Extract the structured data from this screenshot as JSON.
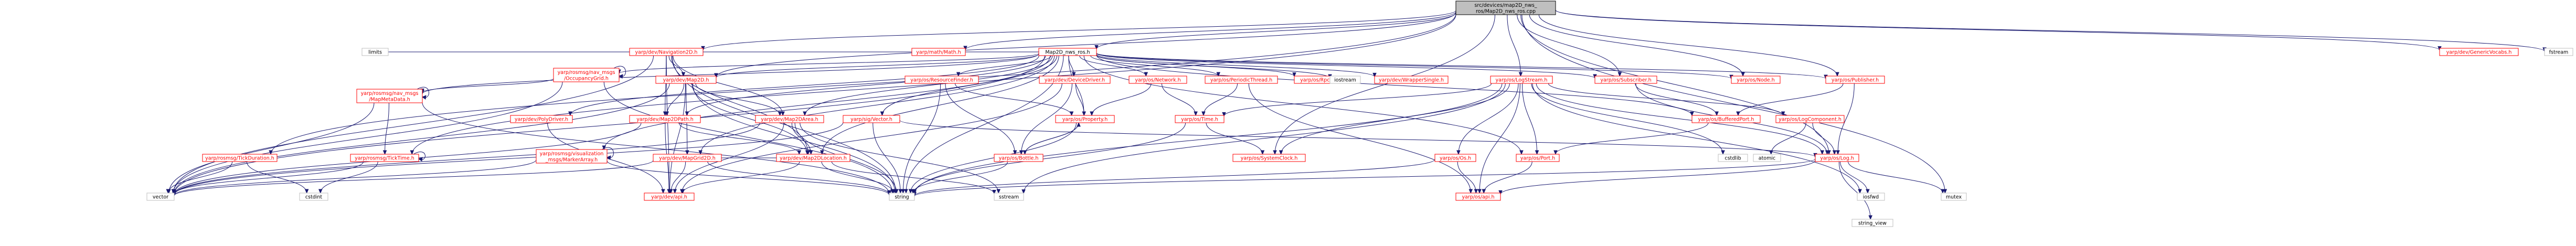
{
  "colors": {
    "root_fill": "#bfbfbf",
    "node_fill": "#ffffff",
    "node_border": "#ff0000",
    "leaf_border": "#bfbfbf",
    "root_border": "#000000",
    "text_linked": "#ff0000",
    "text_plain": "#000000",
    "edge": "#191970"
  },
  "nodes": {
    "root": {
      "lines": [
        "src/devices/map2D_nws_",
        "ros/Map2D_nws_ros.cpp"
      ],
      "kind": "root"
    },
    "map2d_nws_ros_h": {
      "lines": [
        "Map2D_nws_ros.h"
      ],
      "kind": "plain"
    },
    "yarpmath": {
      "lines": [
        "yarp/math/Math.h"
      ],
      "kind": "linked"
    },
    "navigation2d": {
      "lines": [
        "yarp/dev/Navigation2D.h"
      ],
      "kind": "linked"
    },
    "rosmsg_occ": {
      "lines": [
        "yarp/rosmsg/nav_msgs",
        "/OccupancyGrid.h"
      ],
      "kind": "linked"
    },
    "map2d": {
      "lines": [
        "yarp/dev/Map2D.h"
      ],
      "kind": "linked"
    },
    "rosmsg_meta": {
      "lines": [
        "yarp/rosmsg/nav_msgs",
        "/MapMetaData.h"
      ],
      "kind": "linked"
    },
    "map2dpath": {
      "lines": [
        "yarp/dev/Map2DPath.h"
      ],
      "kind": "linked"
    },
    "map2darea": {
      "lines": [
        "yarp/dev/Map2DArea.h"
      ],
      "kind": "linked"
    },
    "polydriver": {
      "lines": [
        "yarp/dev/PolyDriver.h"
      ],
      "kind": "linked"
    },
    "rosmsg_ticktime": {
      "lines": [
        "yarp/rosmsg/TickTime.h"
      ],
      "kind": "linked"
    },
    "rosmsg_tickdur": {
      "lines": [
        "yarp/rosmsg/TickDuration.h"
      ],
      "kind": "linked"
    },
    "rosmsg_marker": {
      "lines": [
        "yarp/rosmsg/visualization",
        "_msgs/MarkerArray.h"
      ],
      "kind": "linked"
    },
    "mapgrid2d": {
      "lines": [
        "yarp/dev/MapGrid2D.h"
      ],
      "kind": "linked"
    },
    "map2dlocation": {
      "lines": [
        "yarp/dev/Map2DLocation.h"
      ],
      "kind": "linked"
    },
    "devapi": {
      "lines": [
        "yarp/dev/api.h"
      ],
      "kind": "linked"
    },
    "resfinder": {
      "lines": [
        "yarp/os/ResourceFinder.h"
      ],
      "kind": "linked"
    },
    "sigvector": {
      "lines": [
        "yarp/sig/Vector.h"
      ],
      "kind": "linked"
    },
    "devicedriver": {
      "lines": [
        "yarp/dev/DeviceDriver.h"
      ],
      "kind": "linked"
    },
    "network": {
      "lines": [
        "yarp/os/Network.h"
      ],
      "kind": "linked"
    },
    "periodicthread": {
      "lines": [
        "yarp/os/PeriodicThread.h"
      ],
      "kind": "linked"
    },
    "rpcserver": {
      "lines": [
        "yarp/os/RpcServer.h"
      ],
      "kind": "linked"
    },
    "wrappersingle": {
      "lines": [
        "yarp/dev/WrapperSingle.h"
      ],
      "kind": "linked"
    },
    "logstream": {
      "lines": [
        "yarp/os/LogStream.h"
      ],
      "kind": "linked"
    },
    "subscriber": {
      "lines": [
        "yarp/os/Subscriber.h"
      ],
      "kind": "linked"
    },
    "osnode": {
      "lines": [
        "yarp/os/Node.h"
      ],
      "kind": "linked"
    },
    "publisher": {
      "lines": [
        "yarp/os/Publisher.h"
      ],
      "kind": "linked"
    },
    "genericvocabs": {
      "lines": [
        "yarp/dev/GenericVocabs.h"
      ],
      "kind": "linked"
    },
    "property": {
      "lines": [
        "yarp/os/Property.h"
      ],
      "kind": "linked"
    },
    "bottle": {
      "lines": [
        "yarp/os/Bottle.h"
      ],
      "kind": "linked"
    },
    "ostime": {
      "lines": [
        "yarp/os/Time.h"
      ],
      "kind": "linked"
    },
    "systemclock": {
      "lines": [
        "yarp/os/SystemClock.h"
      ],
      "kind": "linked"
    },
    "osos": {
      "lines": [
        "yarp/os/Os.h"
      ],
      "kind": "linked"
    },
    "osport": {
      "lines": [
        "yarp/os/Port.h"
      ],
      "kind": "linked"
    },
    "bufferedport": {
      "lines": [
        "yarp/os/BufferedPort.h"
      ],
      "kind": "linked"
    },
    "logcomponent": {
      "lines": [
        "yarp/os/LogComponent.h"
      ],
      "kind": "linked"
    },
    "oslog": {
      "lines": [
        "yarp/os/Log.h"
      ],
      "kind": "linked"
    },
    "osapi": {
      "lines": [
        "yarp/os/api.h"
      ],
      "kind": "linked"
    },
    "vector": {
      "lines": [
        "vector"
      ],
      "kind": "leaf"
    },
    "cstdint": {
      "lines": [
        "cstdint"
      ],
      "kind": "leaf"
    },
    "string": {
      "lines": [
        "string"
      ],
      "kind": "leaf"
    },
    "sstream": {
      "lines": [
        "sstream"
      ],
      "kind": "leaf"
    },
    "iostream": {
      "lines": [
        "iostream"
      ],
      "kind": "leaf"
    },
    "cstdlib": {
      "lines": [
        "cstdlib"
      ],
      "kind": "leaf"
    },
    "atomic": {
      "lines": [
        "atomic"
      ],
      "kind": "leaf"
    },
    "iosfwd": {
      "lines": [
        "iosfwd"
      ],
      "kind": "leaf"
    },
    "string_view": {
      "lines": [
        "string_view"
      ],
      "kind": "leaf"
    },
    "mutex": {
      "lines": [
        "mutex"
      ],
      "kind": "leaf"
    },
    "fstream": {
      "lines": [
        "fstream"
      ],
      "kind": "leaf"
    },
    "limits": {
      "lines": [
        "limits"
      ],
      "kind": "leaf"
    }
  },
  "edges": [
    [
      "root",
      "map2d_nws_ros_h"
    ],
    [
      "root",
      "yarpmath"
    ],
    [
      "root",
      "navigation2d"
    ],
    [
      "root",
      "map2d"
    ],
    [
      "root",
      "logstream"
    ],
    [
      "root",
      "genericvocabs"
    ],
    [
      "root",
      "fstream"
    ],
    [
      "root",
      "mutex"
    ],
    [
      "root",
      "oslog"
    ],
    [
      "root",
      "publisher"
    ],
    [
      "root",
      "subscriber"
    ],
    [
      "root",
      "osnode"
    ],
    [
      "root",
      "rosmsg_ticktime"
    ],
    [
      "root",
      "rosmsg_tickdur"
    ],
    [
      "root",
      "systemclock"
    ],
    [
      "map2d_nws_ros_h",
      "navigation2d"
    ],
    [
      "map2d_nws_ros_h",
      "map2d"
    ],
    [
      "map2d_nws_ros_h",
      "rosmsg_occ"
    ],
    [
      "map2d_nws_ros_h",
      "rosmsg_meta"
    ],
    [
      "map2d_nws_ros_h",
      "map2dpath"
    ],
    [
      "map2d_nws_ros_h",
      "map2darea"
    ],
    [
      "map2d_nws_ros_h",
      "polydriver"
    ],
    [
      "map2d_nws_ros_h",
      "rosmsg_marker"
    ],
    [
      "map2d_nws_ros_h",
      "mapgrid2d"
    ],
    [
      "map2d_nws_ros_h",
      "map2dlocation"
    ],
    [
      "map2d_nws_ros_h",
      "resfinder"
    ],
    [
      "map2d_nws_ros_h",
      "sigvector"
    ],
    [
      "map2d_nws_ros_h",
      "devicedriver"
    ],
    [
      "map2d_nws_ros_h",
      "network"
    ],
    [
      "map2d_nws_ros_h",
      "periodicthread"
    ],
    [
      "map2d_nws_ros_h",
      "rpcserver"
    ],
    [
      "map2d_nws_ros_h",
      "wrappersingle"
    ],
    [
      "map2d_nws_ros_h",
      "iostream"
    ],
    [
      "map2d_nws_ros_h",
      "string"
    ],
    [
      "map2d_nws_ros_h",
      "vector"
    ],
    [
      "map2d_nws_ros_h",
      "property"
    ],
    [
      "map2d_nws_ros_h",
      "subscriber"
    ],
    [
      "map2d_nws_ros_h",
      "osnode"
    ],
    [
      "map2d_nws_ros_h",
      "publisher"
    ],
    [
      "map2d_nws_ros_h",
      "bufferedport"
    ],
    [
      "map2d_nws_ros_h",
      "osport"
    ],
    [
      "map2d_nws_ros_h",
      "limits"
    ],
    [
      "navigation2d",
      "limits"
    ],
    [
      "navigation2d",
      "map2d"
    ],
    [
      "navigation2d",
      "map2dlocation"
    ],
    [
      "navigation2d",
      "map2dpath"
    ],
    [
      "navigation2d",
      "map2darea"
    ],
    [
      "navigation2d",
      "devapi"
    ],
    [
      "navigation2d",
      "vector"
    ],
    [
      "navigation2d",
      "string"
    ],
    [
      "rosmsg_occ",
      "rosmsg_occ"
    ],
    [
      "rosmsg_occ",
      "rosmsg_meta"
    ],
    [
      "rosmsg_occ",
      "vector"
    ],
    [
      "rosmsg_occ",
      "string"
    ],
    [
      "map2d",
      "map2dlocation"
    ],
    [
      "map2d",
      "map2darea"
    ],
    [
      "map2d",
      "map2dpath"
    ],
    [
      "map2d",
      "mapgrid2d"
    ],
    [
      "map2d",
      "devapi"
    ],
    [
      "map2d",
      "vector"
    ],
    [
      "map2d",
      "string"
    ],
    [
      "rosmsg_meta",
      "rosmsg_meta"
    ],
    [
      "rosmsg_meta",
      "rosmsg_ticktime"
    ],
    [
      "rosmsg_meta",
      "vector"
    ],
    [
      "rosmsg_meta",
      "string"
    ],
    [
      "map2dpath",
      "map2dlocation"
    ],
    [
      "map2dpath",
      "devapi"
    ],
    [
      "map2dpath",
      "vector"
    ],
    [
      "map2darea",
      "map2dlocation"
    ],
    [
      "map2darea",
      "devapi"
    ],
    [
      "map2darea",
      "vector"
    ],
    [
      "map2darea",
      "string"
    ],
    [
      "map2darea",
      "sstream"
    ],
    [
      "polydriver",
      "devapi"
    ],
    [
      "rosmsg_ticktime",
      "rosmsg_ticktime"
    ],
    [
      "rosmsg_ticktime",
      "cstdint"
    ],
    [
      "rosmsg_ticktime",
      "vector"
    ],
    [
      "rosmsg_tickdur",
      "cstdint"
    ],
    [
      "rosmsg_tickdur",
      "vector"
    ],
    [
      "rosmsg_marker",
      "rosmsg_marker"
    ],
    [
      "rosmsg_marker",
      "vector"
    ],
    [
      "rosmsg_marker",
      "string"
    ],
    [
      "mapgrid2d",
      "map2dlocation"
    ],
    [
      "mapgrid2d",
      "devapi"
    ],
    [
      "mapgrid2d",
      "string"
    ],
    [
      "mapgrid2d",
      "vector"
    ],
    [
      "map2dlocation",
      "devapi"
    ],
    [
      "map2dlocation",
      "string"
    ],
    [
      "map2dlocation",
      "sstream"
    ],
    [
      "resfinder",
      "property"
    ],
    [
      "resfinder",
      "bottle"
    ],
    [
      "resfinder",
      "string"
    ],
    [
      "sigvector",
      "oslog"
    ],
    [
      "sigvector",
      "string"
    ],
    [
      "sigvector",
      "vector"
    ],
    [
      "devicedriver",
      "property"
    ],
    [
      "devicedriver",
      "bottle"
    ],
    [
      "devicedriver",
      "devapi"
    ],
    [
      "network",
      "property"
    ],
    [
      "network",
      "ostime"
    ],
    [
      "periodicthread",
      "ostime"
    ],
    [
      "periodicthread",
      "osapi"
    ],
    [
      "logstream",
      "oslog"
    ],
    [
      "logstream",
      "logcomponent"
    ],
    [
      "logstream",
      "osos"
    ],
    [
      "logstream",
      "ostime"
    ],
    [
      "logstream",
      "systemclock"
    ],
    [
      "logstream",
      "string"
    ],
    [
      "logstream",
      "sstream"
    ],
    [
      "logstream",
      "iosfwd"
    ],
    [
      "logstream",
      "osapi"
    ],
    [
      "logstream",
      "osport"
    ],
    [
      "logstream",
      "cstdlib"
    ],
    [
      "subscriber",
      "bufferedport"
    ],
    [
      "subscriber",
      "oslog"
    ],
    [
      "publisher",
      "bufferedport"
    ],
    [
      "publisher",
      "oslog"
    ],
    [
      "property",
      "bottle"
    ],
    [
      "property",
      "string"
    ],
    [
      "bottle",
      "property"
    ],
    [
      "bottle",
      "string"
    ],
    [
      "ostime",
      "systemclock"
    ],
    [
      "ostime",
      "string"
    ],
    [
      "osos",
      "osapi"
    ],
    [
      "osos",
      "string"
    ],
    [
      "osport",
      "osapi"
    ],
    [
      "bufferedport",
      "osport"
    ],
    [
      "logcomponent",
      "oslog"
    ],
    [
      "logcomponent",
      "atomic"
    ],
    [
      "oslog",
      "osapi"
    ],
    [
      "oslog",
      "iosfwd"
    ],
    [
      "oslog",
      "string_view"
    ],
    [
      "oslog",
      "mutex"
    ],
    [
      "oslog",
      "string"
    ]
  ]
}
